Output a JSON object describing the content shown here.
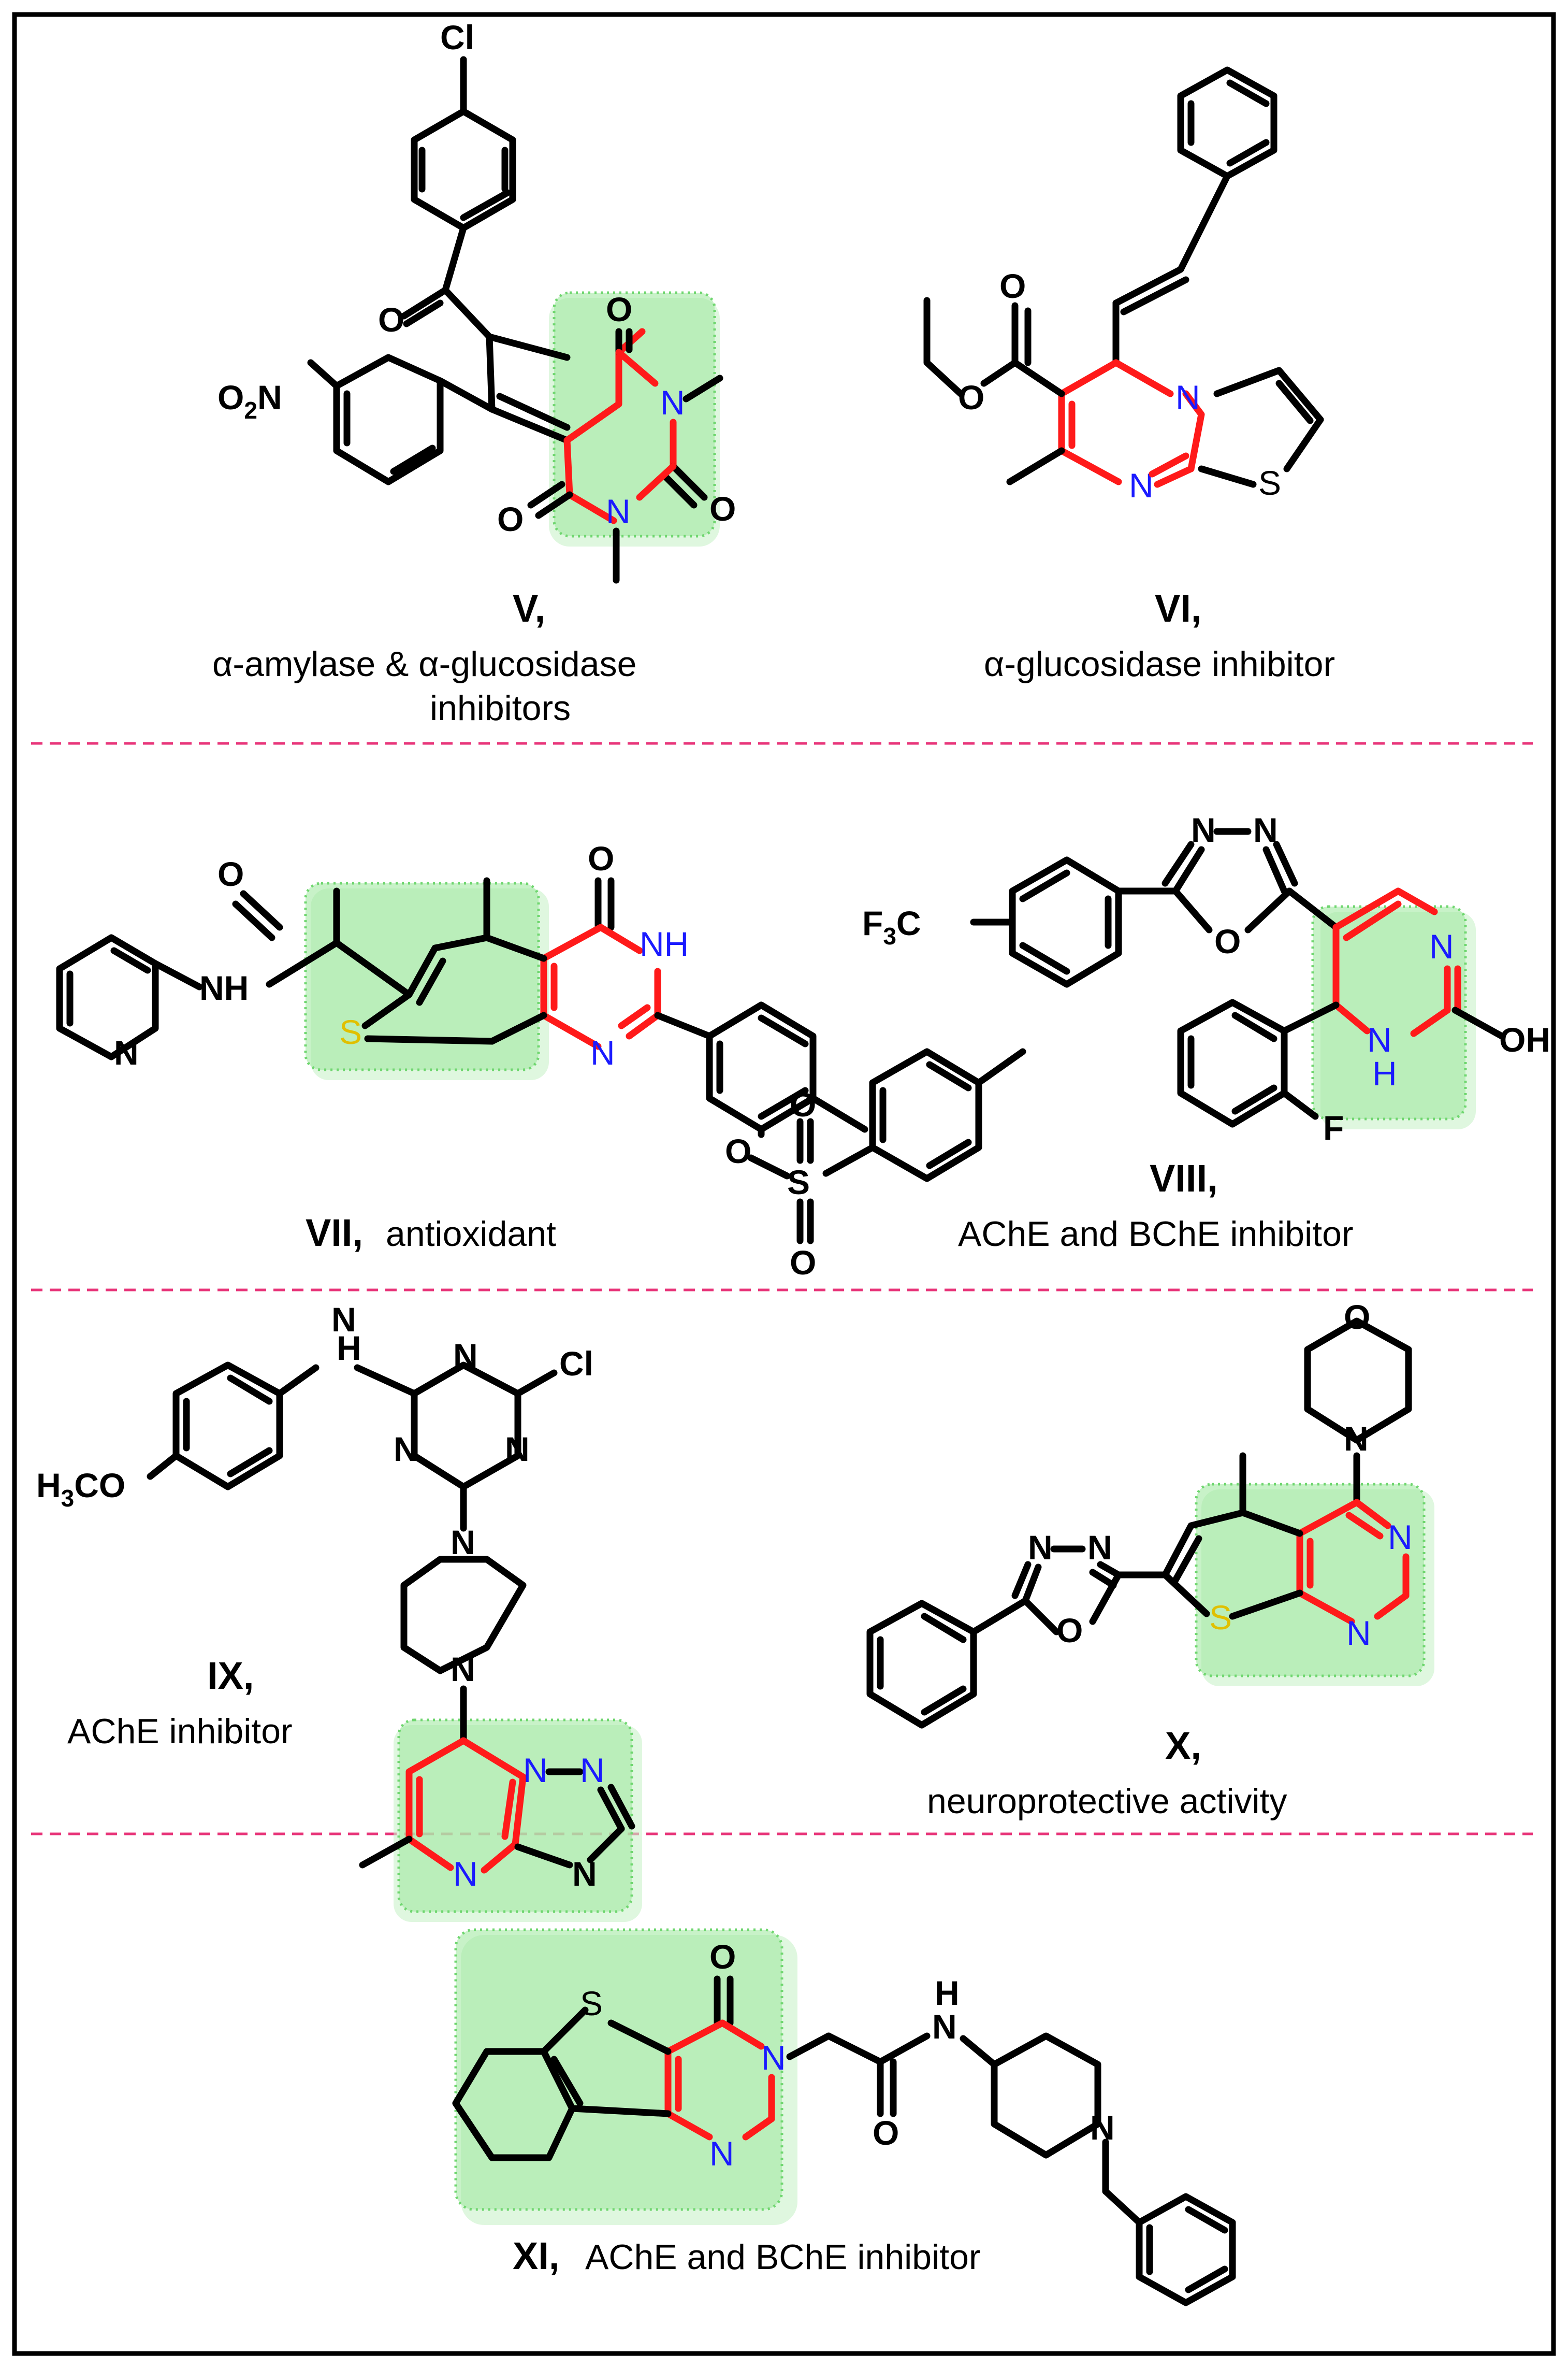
{
  "compounds": [
    {
      "id": "V",
      "label": "V,",
      "desc_line1": "α-amylase & α-glucosidase",
      "desc_line2": "inhibitors"
    },
    {
      "id": "VI",
      "label": "VI,",
      "desc_line1": "α-glucosidase   inhibitor"
    },
    {
      "id": "VII",
      "label": "VII,",
      "desc_line1": "antioxidant"
    },
    {
      "id": "VIII",
      "label": "VIII,",
      "desc_line1": "AChE and BChE inhibitor"
    },
    {
      "id": "IX",
      "label": "IX,",
      "desc_line1": "AChE inhibitor"
    },
    {
      "id": "X",
      "label": "X,",
      "desc_line1": "neuroprotective activity"
    },
    {
      "id": "XI",
      "label": "XI,",
      "desc_line1": "AChE and BChE inhibitor"
    }
  ],
  "atoms": {
    "cl": "Cl",
    "o": "O",
    "n": "N",
    "nh": "NH",
    "h": "H",
    "s": "S",
    "f": "F",
    "oh": "OH",
    "no2_o": "O",
    "no2_sub": "2",
    "no2_n": "N",
    "f3c_f": "F",
    "f3c_sub": "3",
    "f3c_c": "C",
    "h3co_h": "H",
    "h3co_sub": "3",
    "h3co_co": "CO"
  },
  "colors": {
    "frame": "#000000",
    "separator": "#e8357a",
    "highlight_ring": "#ff1a1a",
    "highlight_box": "#9be89b",
    "nitrogen": "#1a1aff",
    "sulfur": "#e0c000"
  }
}
